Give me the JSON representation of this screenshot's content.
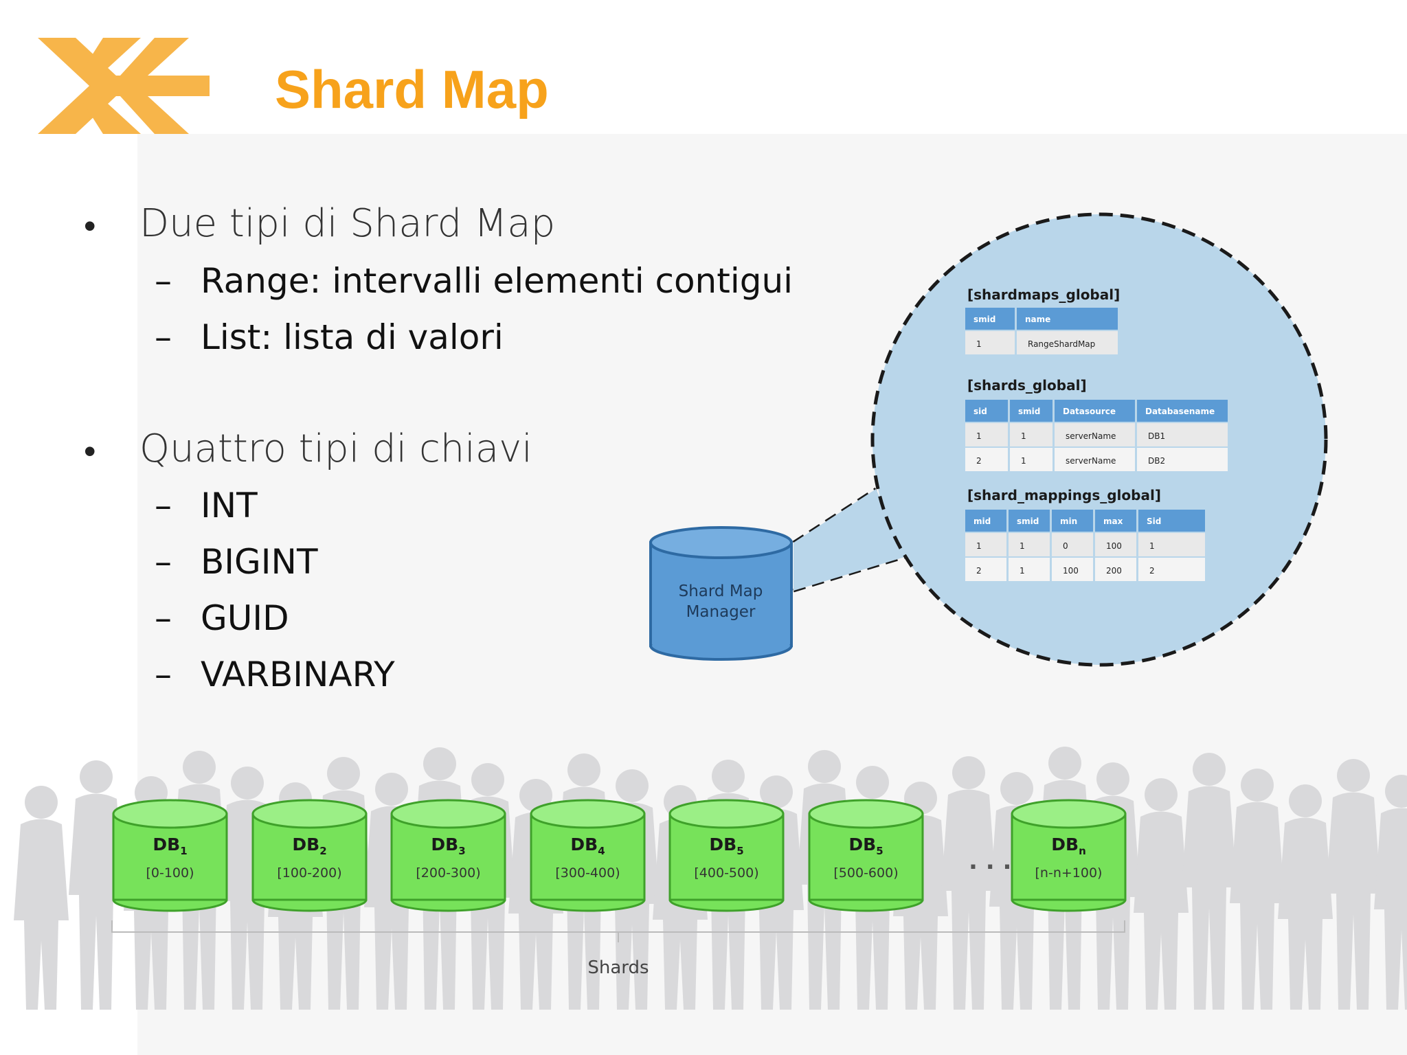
{
  "slide": {
    "title": "Shard Map"
  },
  "bullets": [
    {
      "text": "Due tipi di Shard Map",
      "subitems": [
        "Range: intervalli elementi contigui",
        "List: lista di valori"
      ]
    },
    {
      "text": "Quattro tipi di chiavi",
      "subitems": [
        "INT",
        "BIGINT",
        "GUID",
        "VARBINARY"
      ]
    }
  ],
  "diagram": {
    "manager_label_line1": "Shard Map",
    "manager_label_line2": "Manager",
    "tables": {
      "shardmaps": {
        "title": "[shardmaps_global]",
        "headers": [
          "smid",
          "name"
        ],
        "rows": [
          [
            "1",
            "RangeShardMap"
          ]
        ]
      },
      "shards": {
        "title": "[shards_global]",
        "headers": [
          "sid",
          "smid",
          "Datasource",
          "Databasename"
        ],
        "rows": [
          [
            "1",
            "1",
            "serverName",
            "DB1"
          ],
          [
            "2",
            "1",
            "serverName",
            "DB2"
          ]
        ]
      },
      "mappings": {
        "title": "[shard_mappings_global]",
        "headers": [
          "mid",
          "smid",
          "min",
          "max",
          "Sid"
        ],
        "rows": [
          [
            "1",
            "1",
            "0",
            "100",
            "1"
          ],
          [
            "2",
            "1",
            "100",
            "200",
            "2"
          ]
        ]
      }
    },
    "shards": [
      {
        "name": "DB",
        "sub": "1",
        "range": "[0-100)"
      },
      {
        "name": "DB",
        "sub": "2",
        "range": "[100-200)"
      },
      {
        "name": "DB",
        "sub": "3",
        "range": "[200-300)"
      },
      {
        "name": "DB",
        "sub": "4",
        "range": "[300-400)"
      },
      {
        "name": "DB",
        "sub": "5",
        "range": "[400-500)"
      },
      {
        "name": "DB",
        "sub": "5",
        "range": "[500-600)"
      },
      {
        "name": "DB",
        "sub": "n",
        "range": "[n-n+100)"
      }
    ],
    "ellipsis": ". . .",
    "shards_label": "Shards"
  },
  "colors": {
    "accent_orange": "#f7a21b",
    "bubble_fill": "#b9d6ea",
    "table_header": "#5b9bd5",
    "manager_blue": "#5b9bd5",
    "shard_green": "#77e25a"
  }
}
